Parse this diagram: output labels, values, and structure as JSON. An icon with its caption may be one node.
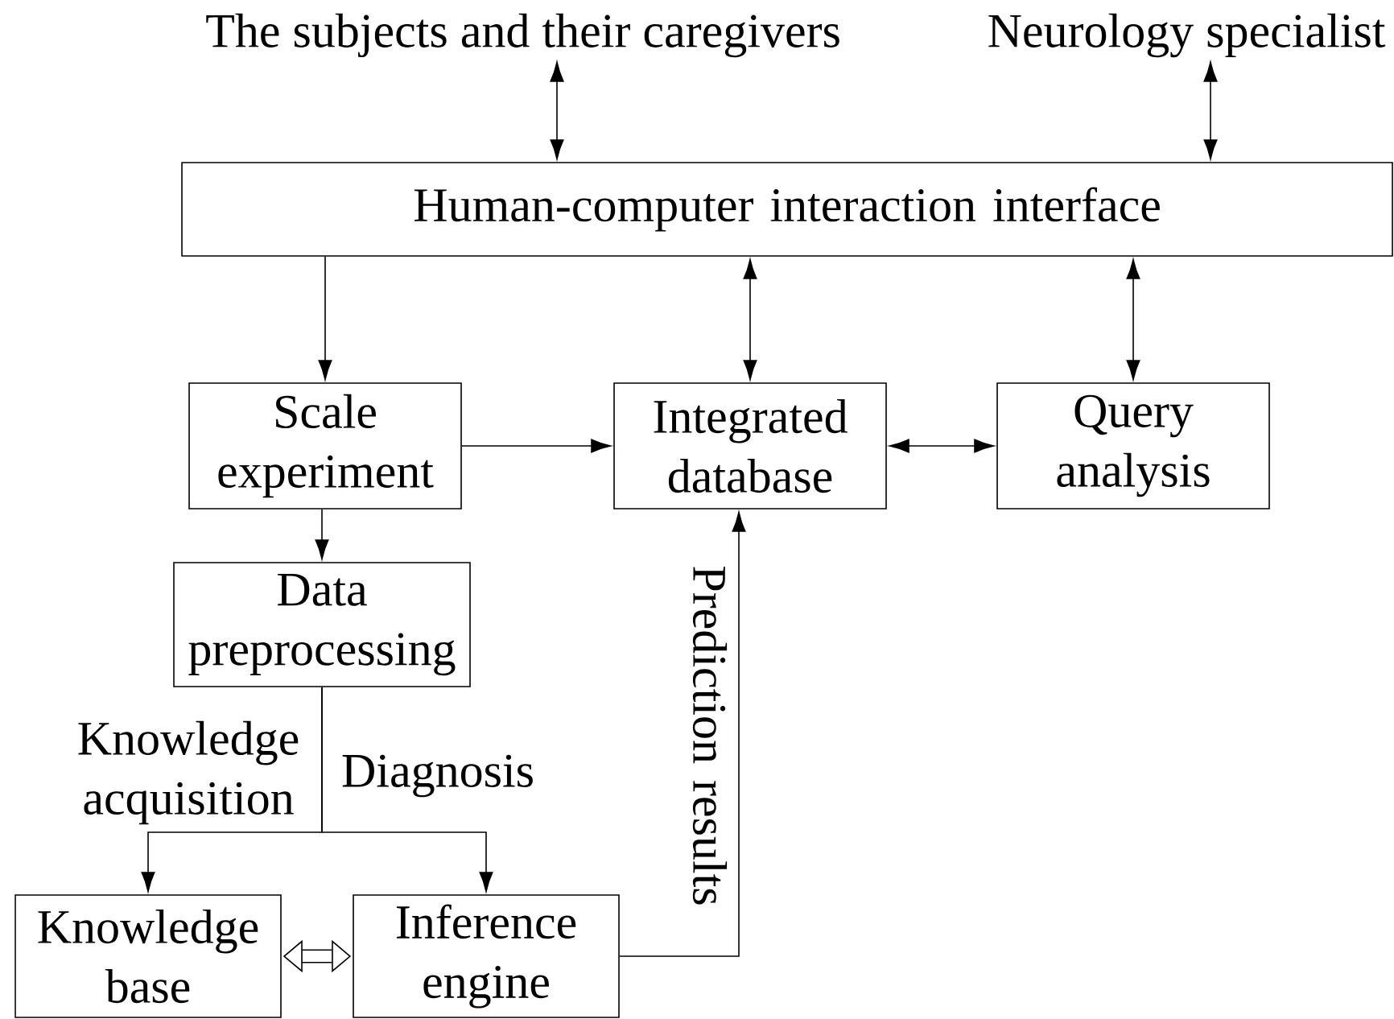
{
  "diagram": {
    "nodes": [
      {
        "text": [
          "The subjects and their caregivers"
        ]
      },
      {
        "text": [
          "Neurology specialist"
        ]
      },
      {
        "text": [
          "Human-computer interaction interface"
        ]
      },
      {
        "text": [
          "Scale experiment"
        ]
      },
      {
        "text": [
          "Integrated database"
        ]
      },
      {
        "text": [
          "Query analysis"
        ]
      },
      {
        "text": [
          "Data preprocessing"
        ]
      },
      {
        "text": [
          "Knowledge base"
        ]
      },
      {
        "text": [
          "Inference engine"
        ]
      }
    ],
    "edges": [
      {
        "from": 0,
        "to": 2,
        "arrow": "both"
      },
      {
        "from": 1,
        "to": 2,
        "arrow": "both"
      },
      {
        "from": 2,
        "to": 3,
        "arrow": "to"
      },
      {
        "from": 2,
        "to": 4,
        "arrow": "both"
      },
      {
        "from": 2,
        "to": 5,
        "arrow": "both"
      },
      {
        "from": 3,
        "to": 4,
        "arrow": "to"
      },
      {
        "from": 4,
        "to": 5,
        "arrow": "both"
      },
      {
        "from": 3,
        "to": 6,
        "arrow": "to"
      },
      {
        "from": 6,
        "to": 7,
        "arrow": "to",
        "label": "Knowledge acquisition"
      },
      {
        "from": 6,
        "to": 8,
        "arrow": "to",
        "label": "Diagnosis"
      },
      {
        "from": 8,
        "to": 4,
        "arrow": "to",
        "label": "Prediction results"
      },
      {
        "from": 7,
        "to": 8,
        "arrow": "both",
        "style": "thick"
      }
    ]
  }
}
